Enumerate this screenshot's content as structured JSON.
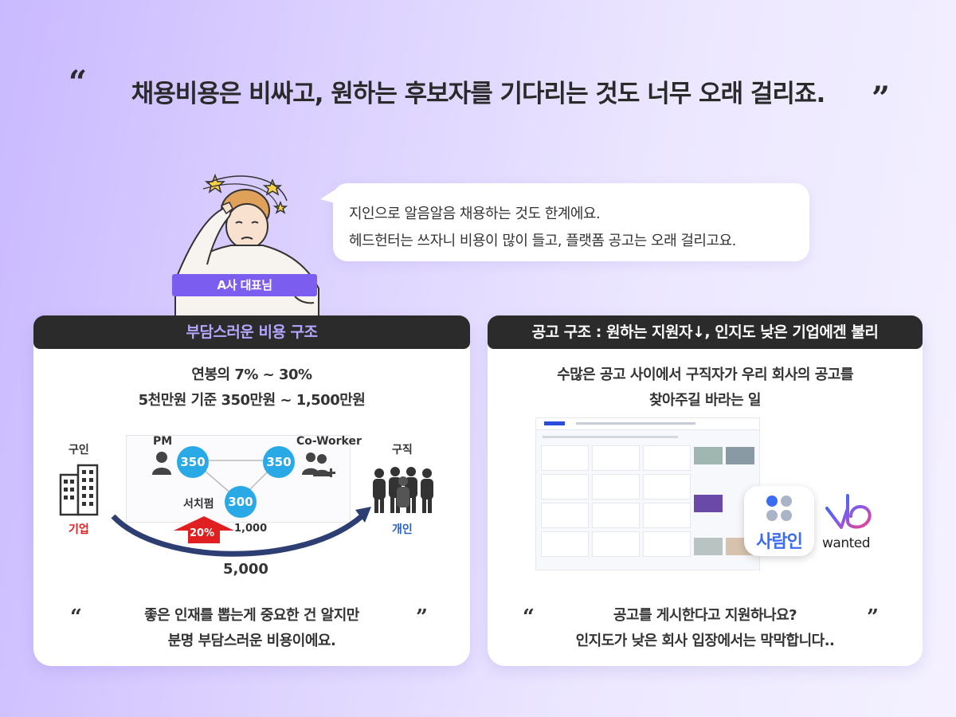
{
  "headline": {
    "open_quote": "“",
    "text": "채용비용은 비싸고, 원하는 후보자를 기다리는 것도 너무 오래 걸리죠.",
    "close_quote": "”"
  },
  "bubble": {
    "line1": "지인으로 알음알음 채용하는 것도 한계에요.",
    "line2": "헤드헌터는 쓰자니 비용이 많이 들고, 플랫폼 공고는 오래 걸리고요."
  },
  "ceo_badge": "A사 대표님",
  "left_card": {
    "title": "부담스러운 비용 구조",
    "sub1": "연봉의 7% ~ 30%",
    "sub2": "5천만원 기준 350만원 ~ 1,500만원",
    "diagram": {
      "left_label": "구인",
      "left_caption": "기업",
      "right_label": "구직",
      "right_caption": "개인",
      "pm_label": "PM",
      "coworker_label": "Co-Worker",
      "searchfirm_label": "서치펌",
      "pm_value": "350",
      "coworker_value": "350",
      "searchfirm_value": "300",
      "percent": "20%",
      "small_total": "1,000",
      "big_total": "5,000"
    },
    "quote_open": "“",
    "quote_close": "”",
    "foot1": "좋은 인재를 뽑는게 중요한 건 알지만",
    "foot2": "분명 부담스러운 비용이에요."
  },
  "right_card": {
    "title": "공고 구조 : 원하는 지원자↓, 인지도 낮은 기업에겐 불리",
    "sub1": "수많은 공고 사이에서 구직자가 우리 회사의 공고를",
    "sub2": "찾아주길 바라는 일",
    "saramin": "사람인",
    "wanted": "wanted",
    "quote_open": "“",
    "quote_close": "”",
    "foot1": "공고를 게시한다고 지원하나요?",
    "foot2": "인지도가 낮은 회사 입장에서는 막막합니다.."
  },
  "colors": {
    "accent_purple": "#7b5ef0",
    "circle_blue": "#29a9e6",
    "red": "#e02020",
    "arrow_navy": "#2d3e73"
  }
}
